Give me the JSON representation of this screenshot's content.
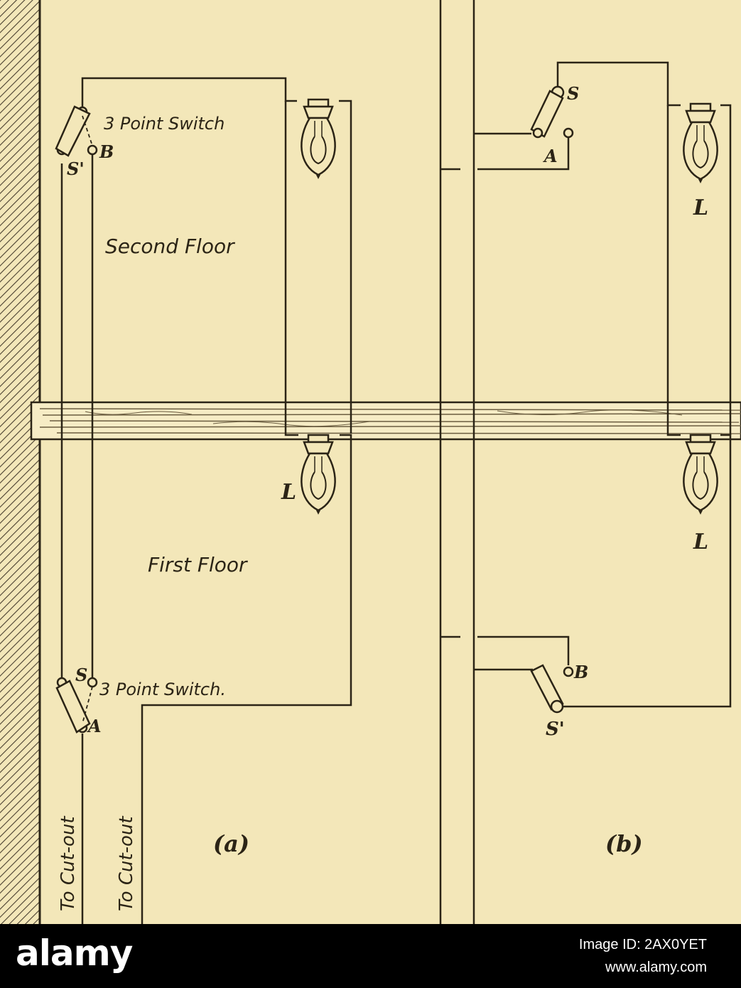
{
  "diagram": {
    "a": {
      "upper_switch_label": "3 Point Switch",
      "lower_switch_label": "3 Point Switch.",
      "terminal_B": "B",
      "terminal_S_prime": "S'",
      "terminal_S": "S",
      "terminal_A": "A",
      "second_floor": "Second Floor",
      "first_floor": "First Floor",
      "lamp_label": "L",
      "cutout_label_1": "To Cut-out",
      "cutout_label_2": "To Cut-out",
      "caption": "(a)"
    },
    "b": {
      "terminal_S": "S",
      "terminal_A": "A",
      "lamp_label_upper": "L",
      "lamp_label_lower": "L",
      "terminal_B": "B",
      "terminal_S_prime": "S'",
      "caption": "(b)"
    }
  },
  "footer": {
    "brand": "alamy",
    "image_id": "Image ID: 2AX0YET",
    "site": "www.alamy.com"
  }
}
